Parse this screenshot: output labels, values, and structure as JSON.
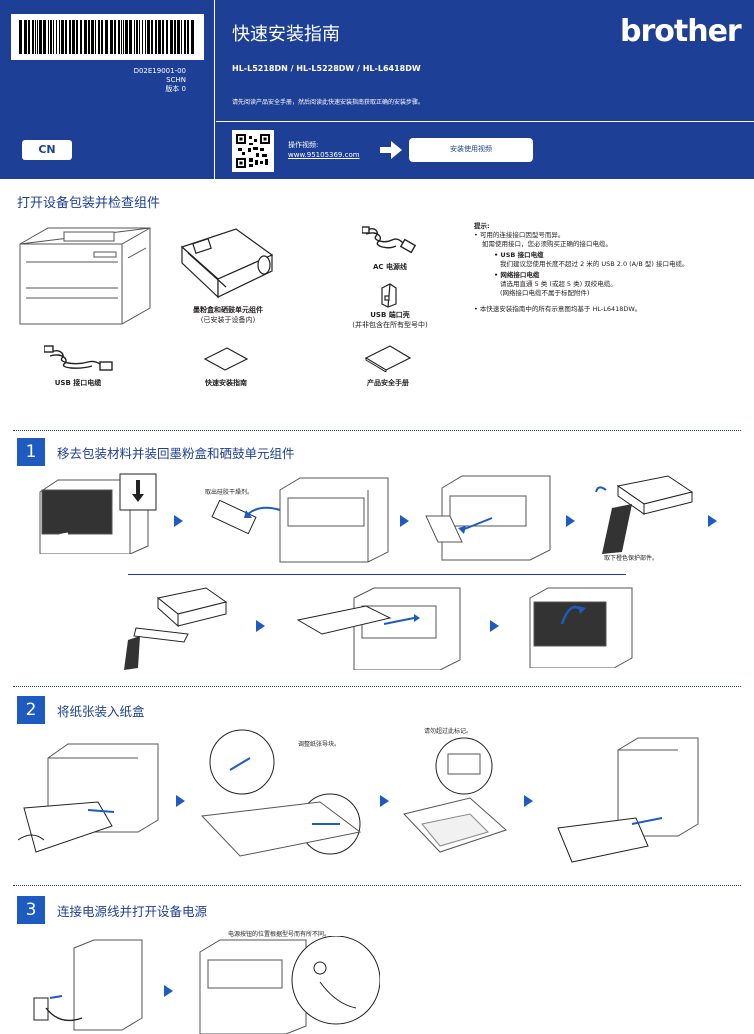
{
  "header": {
    "doc_code": "D02E19001-00",
    "region": "SCHN",
    "version": "版本 0",
    "lang_badge": "CN",
    "title": "快速安装指南",
    "brand": "brother",
    "models": "HL-L5218DN / HL-L5228DW / HL-L6418DW",
    "notice": "请先阅读产品安全手册，然后阅读此快速安装指南获取正确的安装步骤。",
    "video_label": "操作视频:",
    "video_url": "www.95105369.com",
    "video_button": "安装使用视频"
  },
  "unpack": {
    "title": "打开设备包装并检查组件",
    "items": {
      "toner": "墨粉盒和硒鼓单元组件",
      "toner_sub": "(已安装于设备内)",
      "ac": "AC 电源线",
      "usb_cover": "USB 端口壳",
      "usb_cover_sub": "(并非包含在所有型号中)",
      "usb_cable": "USB 接口电缆",
      "qsg": "快速安装指南",
      "safety": "产品安全手册"
    },
    "tips": {
      "title": "提示:",
      "line1": "• 可用的连接接口因型号而异。",
      "line2": "如需使用接口，您必须购买正确的接口电缆。",
      "usb_title": "• USB 接口电缆",
      "usb_text": "我们建议您使用长度不超过 2 米的 USB 2.0 (A/B 型) 接口电缆。",
      "net_title": "• 网络接口电缆",
      "net_text1": "请选用直通 5 类 (或超 5 类) 双绞电缆。",
      "net_text2": "(网络接口电缆不属于标配附件)",
      "illus": "• 本快速安装指南中的所有示意图均基于 HL-L6418DW。"
    }
  },
  "steps": [
    {
      "number": "1",
      "title": "移去包装材料并装回墨粉盒和硒鼓单元组件",
      "note_a": "取出硅胶干燥剂。",
      "note_b": "取下橙色保护部件。"
    },
    {
      "number": "2",
      "title": "将纸张装入纸盒",
      "note_a": "调整纸张导块。",
      "note_b": "请勿超过此标记。"
    },
    {
      "number": "3",
      "title": "连接电源线并打开设备电源",
      "note_a": "电源按钮的位置根据型号而有所不同。"
    }
  ],
  "colors": {
    "brand_blue": "#1d3f96",
    "step_blue": "#1d5bc0"
  }
}
